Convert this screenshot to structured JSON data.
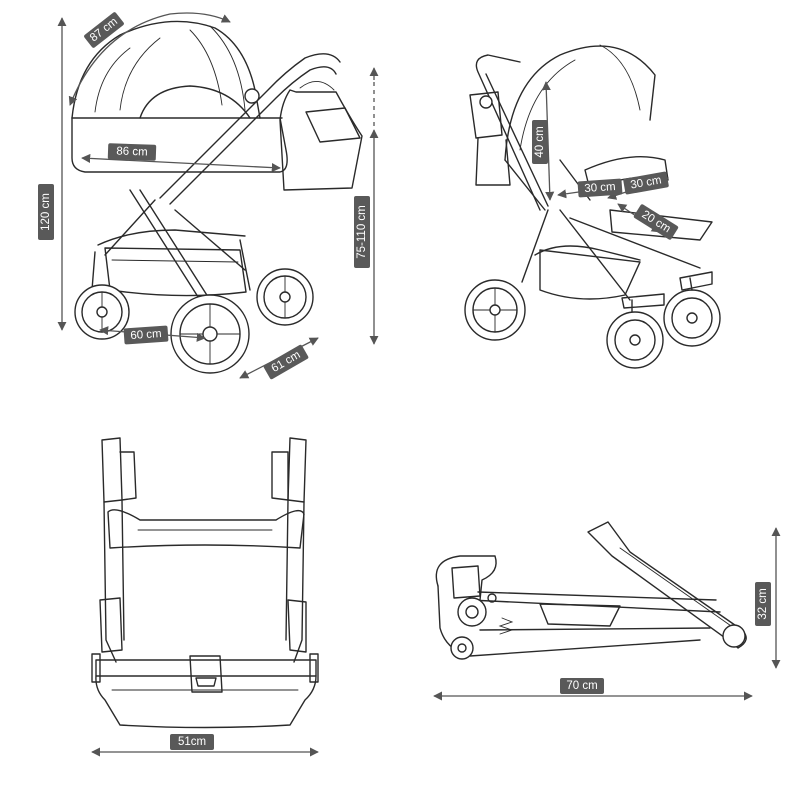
{
  "colors": {
    "line": "#2a2a2a",
    "dimension": "#555555",
    "label_bg": "#595959",
    "label_text": "#ffffff"
  },
  "views": [
    {
      "id": "pram-side",
      "labels": {
        "canopy": "87 cm",
        "length": "86 cm",
        "height": "120 cm",
        "handle": "75-110 cm",
        "wheelbase": "60 cm",
        "width": "61 cm"
      }
    },
    {
      "id": "seat-unit",
      "labels": {
        "backrest": "40 cm",
        "seat_width": "30 cm",
        "seat_depth": "30 cm",
        "footrest": "20 cm"
      }
    },
    {
      "id": "folded-front",
      "labels": {
        "width": "51cm"
      }
    },
    {
      "id": "folded-side",
      "labels": {
        "length": "70 cm",
        "height": "32 cm"
      }
    }
  ]
}
